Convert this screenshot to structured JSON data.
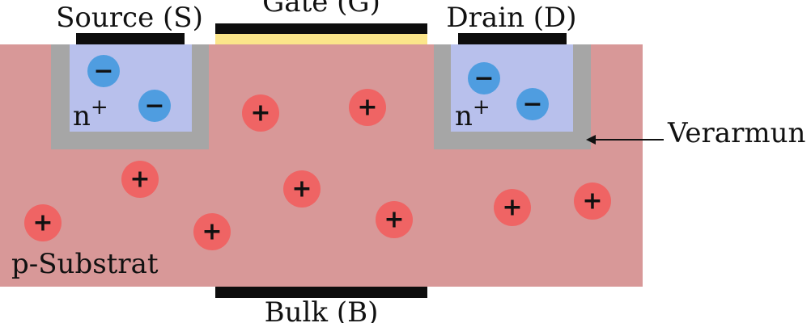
{
  "labels": {
    "source": "Source (S)",
    "gate": "Gate (G)",
    "drain": "Drain (D)",
    "bulk": "Bulk (B)",
    "substrate": "p-Substrat",
    "depletion": "Verarmun",
    "n_plus": "n",
    "n_plus_sup": "+"
  },
  "symbols": {
    "hole": "+",
    "electron": "−"
  },
  "colors": {
    "substrate": "#d89898",
    "n_region": "#b8c0ec",
    "depletion": "#a6a6a6",
    "gate_oxide": "#fbe58a",
    "contact": "#0d0d0d",
    "hole": "#ef6464",
    "electron": "#4f9de0"
  }
}
